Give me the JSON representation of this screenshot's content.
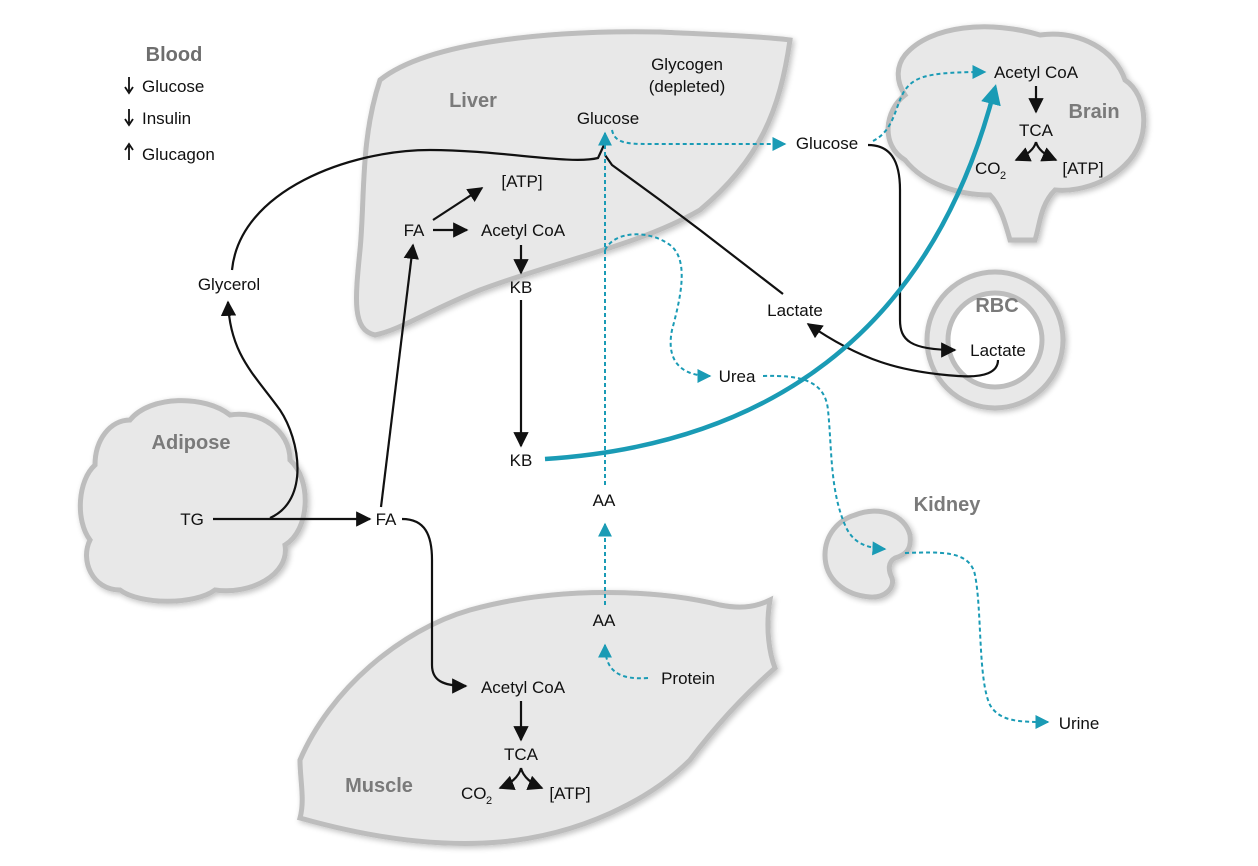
{
  "legend": {
    "title": "Blood",
    "items": [
      {
        "arrow": "down",
        "label": "Glucose"
      },
      {
        "arrow": "down",
        "label": "Insulin"
      },
      {
        "arrow": "up",
        "label": "Glucagon"
      }
    ]
  },
  "organs": {
    "liver": "Liver",
    "brain": "Brain",
    "rbc": "RBC",
    "adipose": "Adipose",
    "kidney": "Kidney",
    "muscle": "Muscle"
  },
  "nodes": {
    "glycogen_line1": "Glycogen",
    "glycogen_line2": "(depleted)",
    "liver_glucose": "Glucose",
    "liver_atp": "[ATP]",
    "liver_fa": "FA",
    "liver_acetyl_coa": "Acetyl CoA",
    "liver_kb": "KB",
    "glycerol": "Glycerol",
    "blood_glucose": "Glucose",
    "brain_acetyl_coa": "Acetyl CoA",
    "brain_tca": "TCA",
    "brain_co2": "CO",
    "brain_co2_sub": "2",
    "brain_atp": "[ATP]",
    "lactate_blood": "Lactate",
    "rbc_lactate": "Lactate",
    "urea": "Urea",
    "kb_blood": "KB",
    "aa_blood": "AA",
    "tg": "TG",
    "fa_blood": "FA",
    "muscle_aa": "AA",
    "protein": "Protein",
    "muscle_acetyl_coa": "Acetyl CoA",
    "muscle_tca": "TCA",
    "muscle_co2": "CO",
    "muscle_co2_sub": "2",
    "muscle_atp": "[ATP]",
    "urine": "Urine"
  },
  "colors": {
    "organ_fill": "#e8e8e8",
    "organ_outline": "#bdbdbd",
    "black_pathway": "#111111",
    "cyan_pathway": "#1a9bb5",
    "organ_label": "#7a7a7a"
  }
}
